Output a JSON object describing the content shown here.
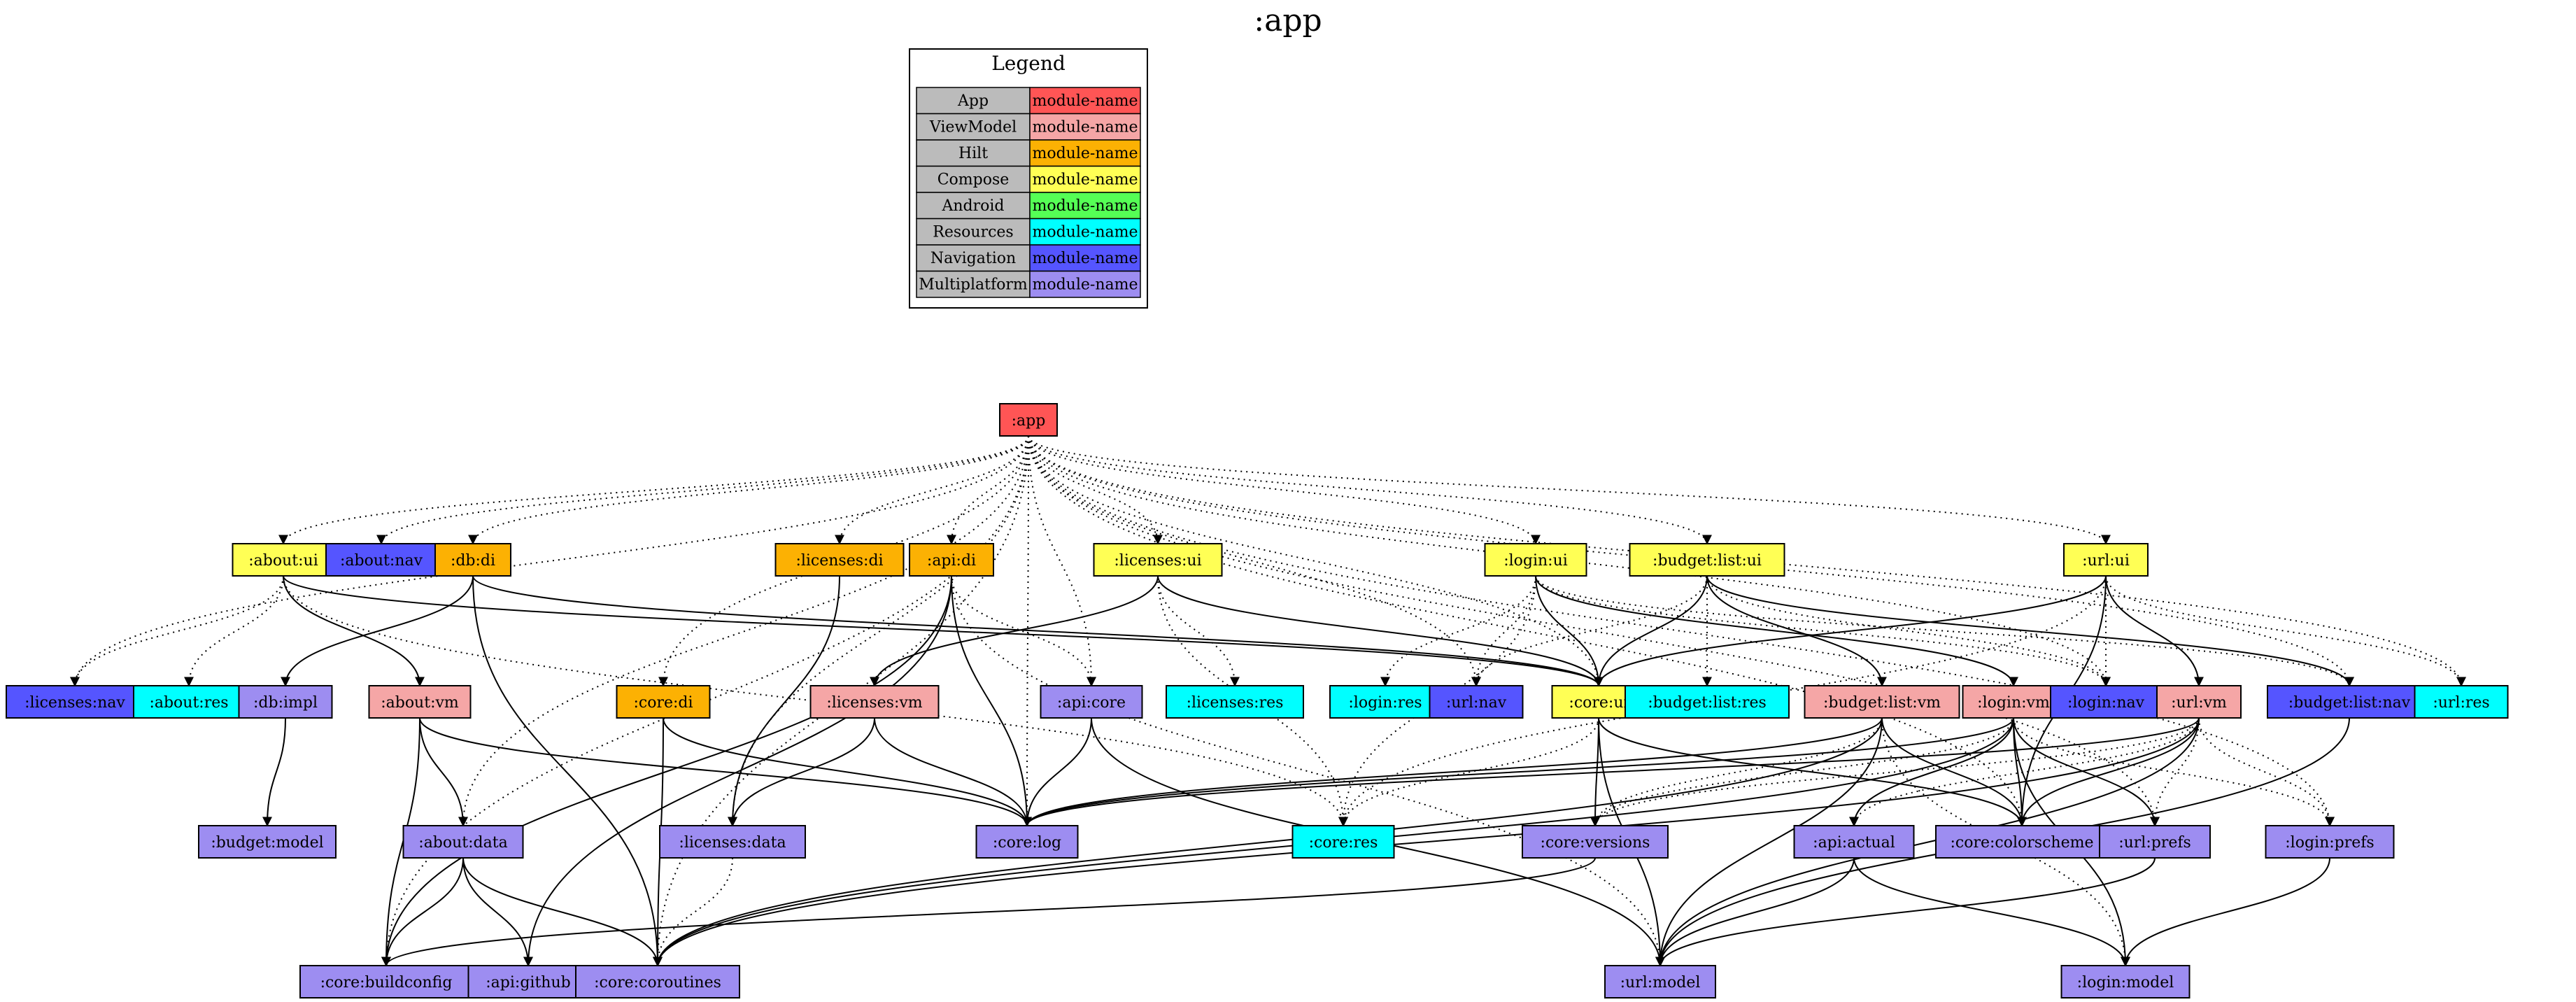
{
  "title": ":app",
  "legend": {
    "title": "Legend",
    "entries": [
      {
        "label": "App",
        "sample": "module-name",
        "color": "#ff5555"
      },
      {
        "label": "ViewModel",
        "sample": "module-name",
        "color": "#f5a6a6"
      },
      {
        "label": "Hilt",
        "sample": "module-name",
        "color": "#fcb103"
      },
      {
        "label": "Compose",
        "sample": "module-name",
        "color": "#ffff55"
      },
      {
        "label": "Android",
        "sample": "module-name",
        "color": "#55ff55"
      },
      {
        "label": "Resources",
        "sample": "module-name",
        "color": "#00ffff"
      },
      {
        "label": "Navigation",
        "sample": "module-name",
        "color": "#5555ff"
      },
      {
        "label": "Multiplatform",
        "sample": "module-name",
        "color": "#9d8df1"
      }
    ]
  },
  "colors": {
    "App": "#ff5555",
    "ViewModel": "#f5a6a6",
    "Hilt": "#fcb103",
    "Compose": "#ffff55",
    "Android": "#55ff55",
    "Resources": "#00ffff",
    "Navigation": "#5555ff",
    "Multiplatform": "#9d8df1",
    "legend_label_bg": "#bbbbbb"
  },
  "nodes": [
    {
      "id": ":app",
      "kind": "App"
    },
    {
      "id": ":about:ui",
      "kind": "Compose"
    },
    {
      "id": ":about:nav",
      "kind": "Navigation"
    },
    {
      "id": ":db:di",
      "kind": "Hilt"
    },
    {
      "id": ":licenses:di",
      "kind": "Hilt"
    },
    {
      "id": ":api:di",
      "kind": "Hilt"
    },
    {
      "id": ":licenses:ui",
      "kind": "Compose"
    },
    {
      "id": ":login:ui",
      "kind": "Compose"
    },
    {
      "id": ":budget:list:ui",
      "kind": "Compose"
    },
    {
      "id": ":url:ui",
      "kind": "Compose"
    },
    {
      "id": ":licenses:nav",
      "kind": "Navigation"
    },
    {
      "id": ":about:res",
      "kind": "Resources"
    },
    {
      "id": ":db:impl",
      "kind": "Multiplatform"
    },
    {
      "id": ":about:vm",
      "kind": "ViewModel"
    },
    {
      "id": ":core:di",
      "kind": "Hilt"
    },
    {
      "id": ":licenses:vm",
      "kind": "ViewModel"
    },
    {
      "id": ":api:core",
      "kind": "Multiplatform"
    },
    {
      "id": ":licenses:res",
      "kind": "Resources"
    },
    {
      "id": ":login:res",
      "kind": "Resources"
    },
    {
      "id": ":url:nav",
      "kind": "Navigation"
    },
    {
      "id": ":core:ui",
      "kind": "Compose"
    },
    {
      "id": ":budget:list:res",
      "kind": "Resources"
    },
    {
      "id": ":budget:list:vm",
      "kind": "ViewModel"
    },
    {
      "id": ":login:vm",
      "kind": "ViewModel"
    },
    {
      "id": ":login:nav",
      "kind": "Navigation"
    },
    {
      "id": ":url:vm",
      "kind": "ViewModel"
    },
    {
      "id": ":budget:list:nav",
      "kind": "Navigation"
    },
    {
      "id": ":url:res",
      "kind": "Resources"
    },
    {
      "id": ":budget:model",
      "kind": "Multiplatform"
    },
    {
      "id": ":about:data",
      "kind": "Multiplatform"
    },
    {
      "id": ":licenses:data",
      "kind": "Multiplatform"
    },
    {
      "id": ":core:log",
      "kind": "Multiplatform"
    },
    {
      "id": ":core:res",
      "kind": "Resources"
    },
    {
      "id": ":core:versions",
      "kind": "Multiplatform"
    },
    {
      "id": ":api:actual",
      "kind": "Multiplatform"
    },
    {
      "id": ":core:colorscheme",
      "kind": "Multiplatform"
    },
    {
      "id": ":url:prefs",
      "kind": "Multiplatform"
    },
    {
      "id": ":login:prefs",
      "kind": "Multiplatform"
    },
    {
      "id": ":core:buildconfig",
      "kind": "Multiplatform"
    },
    {
      "id": ":api:github",
      "kind": "Multiplatform"
    },
    {
      "id": ":core:coroutines",
      "kind": "Multiplatform"
    },
    {
      "id": ":url:model",
      "kind": "Multiplatform"
    },
    {
      "id": ":login:model",
      "kind": "Multiplatform"
    }
  ],
  "edges": [
    {
      "from": ":app",
      "to": ":about:ui",
      "style": "dotted"
    },
    {
      "from": ":app",
      "to": ":about:nav",
      "style": "dotted"
    },
    {
      "from": ":app",
      "to": ":db:di",
      "style": "dotted"
    },
    {
      "from": ":app",
      "to": ":licenses:di",
      "style": "dotted"
    },
    {
      "from": ":app",
      "to": ":api:di",
      "style": "dotted"
    },
    {
      "from": ":app",
      "to": ":licenses:ui",
      "style": "dotted"
    },
    {
      "from": ":app",
      "to": ":login:ui",
      "style": "dotted"
    },
    {
      "from": ":app",
      "to": ":budget:list:ui",
      "style": "dotted"
    },
    {
      "from": ":app",
      "to": ":url:ui",
      "style": "dotted"
    },
    {
      "from": ":app",
      "to": ":licenses:nav",
      "style": "dotted"
    },
    {
      "from": ":app",
      "to": ":core:di",
      "style": "dotted"
    },
    {
      "from": ":app",
      "to": ":api:core",
      "style": "dotted"
    },
    {
      "from": ":app",
      "to": ":url:nav",
      "style": "dotted"
    },
    {
      "from": ":app",
      "to": ":core:ui",
      "style": "dotted"
    },
    {
      "from": ":app",
      "to": ":login:nav",
      "style": "dotted"
    },
    {
      "from": ":app",
      "to": ":budget:list:nav",
      "style": "dotted"
    },
    {
      "from": ":app",
      "to": ":url:res",
      "style": "dotted"
    },
    {
      "from": ":app",
      "to": ":about:data",
      "style": "dotted"
    },
    {
      "from": ":app",
      "to": ":licenses:data",
      "style": "dotted"
    },
    {
      "from": ":app",
      "to": ":core:log",
      "style": "dotted"
    },
    {
      "from": ":app",
      "to": ":core:colorscheme",
      "style": "dotted"
    },
    {
      "from": ":app",
      "to": ":url:prefs",
      "style": "dotted"
    },
    {
      "from": ":app",
      "to": ":login:prefs",
      "style": "dotted"
    },
    {
      "from": ":app",
      "to": ":core:buildconfig",
      "style": "dotted"
    },
    {
      "from": ":app",
      "to": ":core:coroutines",
      "style": "dotted"
    },
    {
      "from": ":about:ui",
      "to": ":licenses:nav",
      "style": "dotted"
    },
    {
      "from": ":about:ui",
      "to": ":about:res",
      "style": "dotted"
    },
    {
      "from": ":about:ui",
      "to": ":about:vm",
      "style": "solid"
    },
    {
      "from": ":about:ui",
      "to": ":core:ui",
      "style": "solid"
    },
    {
      "from": ":about:ui",
      "to": ":core:res",
      "style": "dotted"
    },
    {
      "from": ":db:di",
      "to": ":db:impl",
      "style": "solid"
    },
    {
      "from": ":db:di",
      "to": ":core:coroutines",
      "style": "solid"
    },
    {
      "from": ":db:di",
      "to": ":core:ui",
      "style": "solid"
    },
    {
      "from": ":db:impl",
      "to": ":budget:model",
      "style": "solid"
    },
    {
      "from": ":licenses:di",
      "to": ":licenses:data",
      "style": "solid"
    },
    {
      "from": ":api:di",
      "to": ":api:core",
      "style": "dotted"
    },
    {
      "from": ":api:di",
      "to": ":core:log",
      "style": "solid"
    },
    {
      "from": ":api:di",
      "to": ":api:github",
      "style": "solid"
    },
    {
      "from": ":api:di",
      "to": ":core:buildconfig",
      "style": "solid"
    },
    {
      "from": ":api:di",
      "to": ":url:model",
      "style": "dotted"
    },
    {
      "from": ":licenses:ui",
      "to": ":licenses:vm",
      "style": "solid"
    },
    {
      "from": ":licenses:ui",
      "to": ":licenses:res",
      "style": "dotted"
    },
    {
      "from": ":licenses:ui",
      "to": ":core:ui",
      "style": "solid"
    },
    {
      "from": ":licenses:ui",
      "to": ":core:res",
      "style": "dotted"
    },
    {
      "from": ":about:vm",
      "to": ":about:data",
      "style": "solid"
    },
    {
      "from": ":about:vm",
      "to": ":core:buildconfig",
      "style": "solid"
    },
    {
      "from": ":about:vm",
      "to": ":core:log",
      "style": "solid"
    },
    {
      "from": ":core:di",
      "to": ":core:coroutines",
      "style": "solid"
    },
    {
      "from": ":core:di",
      "to": ":core:log",
      "style": "solid"
    },
    {
      "from": ":licenses:vm",
      "to": ":licenses:data",
      "style": "solid"
    },
    {
      "from": ":licenses:vm",
      "to": ":core:log",
      "style": "solid"
    },
    {
      "from": ":api:core",
      "to": ":core:log",
      "style": "solid"
    },
    {
      "from": ":api:core",
      "to": ":url:model",
      "style": "solid"
    },
    {
      "from": ":about:data",
      "to": ":core:buildconfig",
      "style": "solid"
    },
    {
      "from": ":about:data",
      "to": ":api:github",
      "style": "solid"
    },
    {
      "from": ":about:data",
      "to": ":core:coroutines",
      "style": "solid"
    },
    {
      "from": ":licenses:data",
      "to": ":core:coroutines",
      "style": "dotted"
    },
    {
      "from": ":login:ui",
      "to": ":login:res",
      "style": "dotted"
    },
    {
      "from": ":login:ui",
      "to": ":url:nav",
      "style": "dotted"
    },
    {
      "from": ":login:ui",
      "to": ":core:ui",
      "style": "solid"
    },
    {
      "from": ":login:ui",
      "to": ":login:vm",
      "style": "solid"
    },
    {
      "from": ":login:ui",
      "to": ":login:nav",
      "style": "dotted"
    },
    {
      "from": ":login:ui",
      "to": ":core:res",
      "style": "dotted"
    },
    {
      "from": ":login:ui",
      "to": ":budget:list:nav",
      "style": "dotted"
    },
    {
      "from": ":budget:list:ui",
      "to": ":core:ui",
      "style": "solid"
    },
    {
      "from": ":budget:list:ui",
      "to": ":budget:list:res",
      "style": "dotted"
    },
    {
      "from": ":budget:list:ui",
      "to": ":budget:list:vm",
      "style": "solid"
    },
    {
      "from": ":budget:list:ui",
      "to": ":url:nav",
      "style": "dotted"
    },
    {
      "from": ":budget:list:ui",
      "to": ":login:nav",
      "style": "dotted"
    },
    {
      "from": ":budget:list:ui",
      "to": ":budget:list:nav",
      "style": "solid"
    },
    {
      "from": ":url:ui",
      "to": ":core:ui",
      "style": "solid"
    },
    {
      "from": ":url:ui",
      "to": ":url:vm",
      "style": "solid"
    },
    {
      "from": ":url:ui",
      "to": ":url:res",
      "style": "dotted"
    },
    {
      "from": ":url:ui",
      "to": ":login:nav",
      "style": "dotted"
    },
    {
      "from": ":url:ui",
      "to": ":core:colorscheme",
      "style": "solid"
    },
    {
      "from": ":url:ui",
      "to": ":core:res",
      "style": "dotted"
    },
    {
      "from": ":core:ui",
      "to": ":core:versions",
      "style": "solid"
    },
    {
      "from": ":core:ui",
      "to": ":core:colorscheme",
      "style": "solid"
    },
    {
      "from": ":core:ui",
      "to": ":url:model",
      "style": "solid"
    },
    {
      "from": ":core:ui",
      "to": ":core:res",
      "style": "dotted"
    },
    {
      "from": ":budget:list:vm",
      "to": ":core:log",
      "style": "solid"
    },
    {
      "from": ":budget:list:vm",
      "to": ":core:colorscheme",
      "style": "solid"
    },
    {
      "from": ":budget:list:vm",
      "to": ":core:versions",
      "style": "dotted"
    },
    {
      "from": ":budget:list:vm",
      "to": ":core:coroutines",
      "style": "solid"
    },
    {
      "from": ":budget:list:vm",
      "to": ":url:model",
      "style": "solid"
    },
    {
      "from": ":budget:list:vm",
      "to": ":login:model",
      "style": "dotted"
    },
    {
      "from": ":login:vm",
      "to": ":core:log",
      "style": "solid"
    },
    {
      "from": ":login:vm",
      "to": ":api:actual",
      "style": "solid"
    },
    {
      "from": ":login:vm",
      "to": ":core:colorscheme",
      "style": "solid"
    },
    {
      "from": ":login:vm",
      "to": ":url:prefs",
      "style": "solid"
    },
    {
      "from": ":login:vm",
      "to": ":login:prefs",
      "style": "dotted"
    },
    {
      "from": ":login:vm",
      "to": ":login:model",
      "style": "solid"
    },
    {
      "from": ":login:vm",
      "to": ":core:coroutines",
      "style": "solid"
    },
    {
      "from": ":login:vm",
      "to": ":core:versions",
      "style": "dotted"
    },
    {
      "from": ":url:vm",
      "to": ":core:log",
      "style": "solid"
    },
    {
      "from": ":url:vm",
      "to": ":api:actual",
      "style": "dotted"
    },
    {
      "from": ":url:vm",
      "to": ":core:colorscheme",
      "style": "solid"
    },
    {
      "from": ":url:vm",
      "to": ":url:prefs",
      "style": "dotted"
    },
    {
      "from": ":url:vm",
      "to": ":login:prefs",
      "style": "dotted"
    },
    {
      "from": ":url:vm",
      "to": ":url:model",
      "style": "solid"
    },
    {
      "from": ":url:vm",
      "to": ":core:coroutines",
      "style": "solid"
    },
    {
      "from": ":url:vm",
      "to": ":core:versions",
      "style": "dotted"
    },
    {
      "from": ":budget:list:nav",
      "to": ":url:model",
      "style": "solid"
    },
    {
      "from": ":core:versions",
      "to": ":core:buildconfig",
      "style": "solid"
    },
    {
      "from": ":api:actual",
      "to": ":url:model",
      "style": "solid"
    },
    {
      "from": ":api:actual",
      "to": ":login:model",
      "style": "solid"
    },
    {
      "from": ":url:prefs",
      "to": ":url:model",
      "style": "solid"
    },
    {
      "from": ":login:prefs",
      "to": ":login:model",
      "style": "solid"
    }
  ]
}
